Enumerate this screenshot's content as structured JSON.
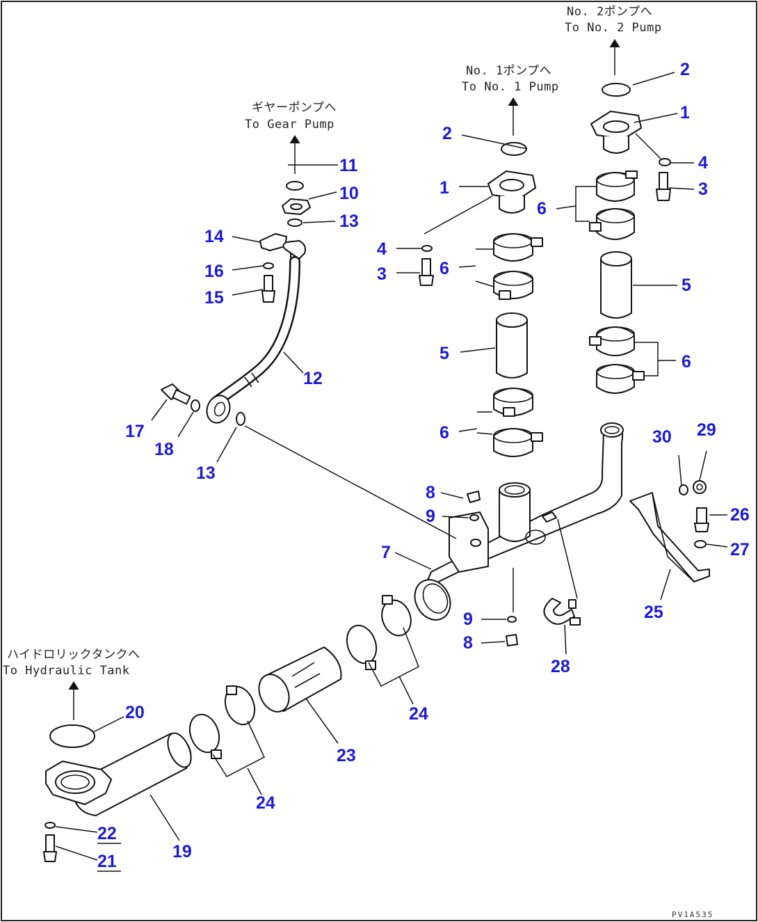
{
  "destinations": {
    "pump2_jp": "No. 2ポンプへ",
    "pump2_en": "To No. 2 Pump",
    "pump1_jp": "No. 1ポンプへ",
    "pump1_en": "To No. 1 Pump",
    "gear_jp": "ギヤーポンプへ",
    "gear_en": "To Gear Pump",
    "tank_jp": "ハイドロリックタンクへ",
    "tank_en": "To Hydraulic Tank"
  },
  "callouts": {
    "c1a": "1",
    "c1b": "1",
    "c2a": "2",
    "c2b": "2",
    "c3a": "3",
    "c3b": "3",
    "c4a": "4",
    "c4b": "4",
    "c5a": "5",
    "c5b": "5",
    "c6a": "6",
    "c6b": "6",
    "c6c": "6",
    "c6d": "6",
    "c7": "7",
    "c8a": "8",
    "c8b": "8",
    "c9a": "9",
    "c9b": "9",
    "c10": "10",
    "c11": "11",
    "c12": "12",
    "c13a": "13",
    "c13b": "13",
    "c14": "14",
    "c15": "15",
    "c16": "16",
    "c17": "17",
    "c18": "18",
    "c19": "19",
    "c20": "20",
    "c21": "21",
    "c22": "22",
    "c23": "23",
    "c24a": "24",
    "c24b": "24",
    "c25": "25",
    "c26": "26",
    "c27": "27",
    "c28": "28",
    "c29": "29",
    "c30": "30"
  },
  "drawing_code": "PV1A535",
  "colors": {
    "callout": "#1a1ad8",
    "line": "#111111",
    "background": "#ffffff"
  }
}
